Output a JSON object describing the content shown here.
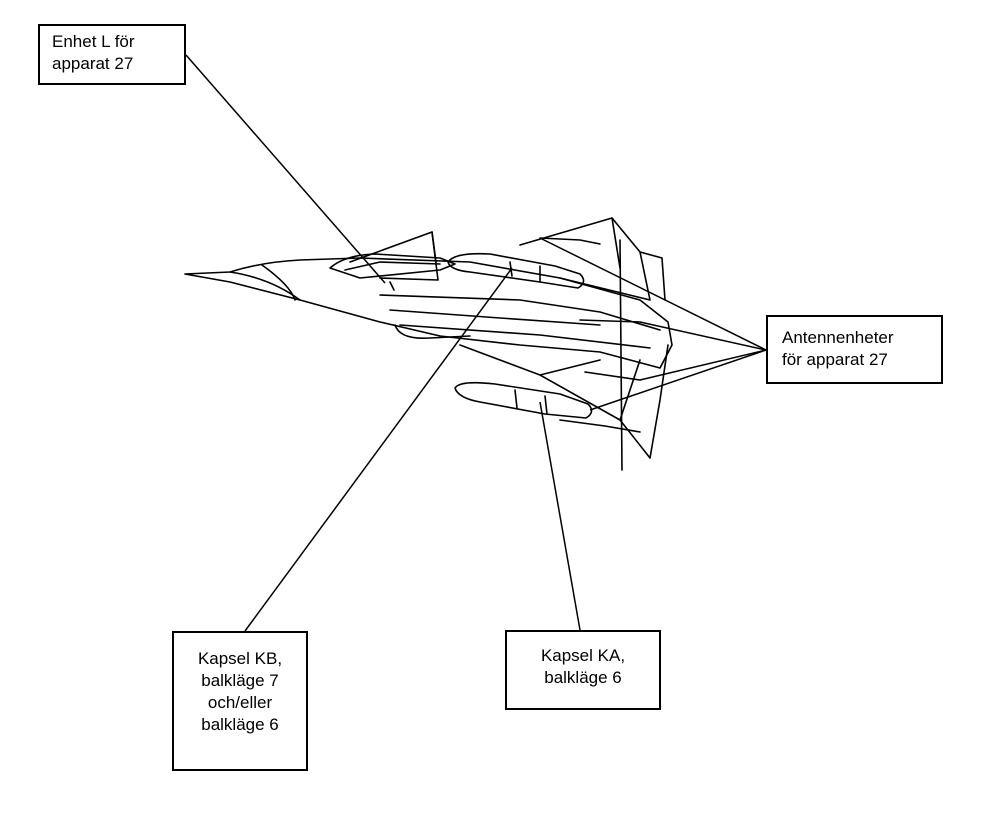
{
  "labels": {
    "enhet_l": [
      "Enhet L för",
      "apparat 27"
    ],
    "antennenheter": [
      "Antennenheter",
      "för apparat 27"
    ],
    "kapsel_kb": [
      "Kapsel KB,",
      "balkläge 7",
      "och/eller",
      "balkläge 6"
    ],
    "kapsel_ka": [
      "Kapsel KA,",
      "balkläge 6"
    ]
  },
  "colors": {
    "ink": "#000000",
    "paper": "#ffffff"
  }
}
